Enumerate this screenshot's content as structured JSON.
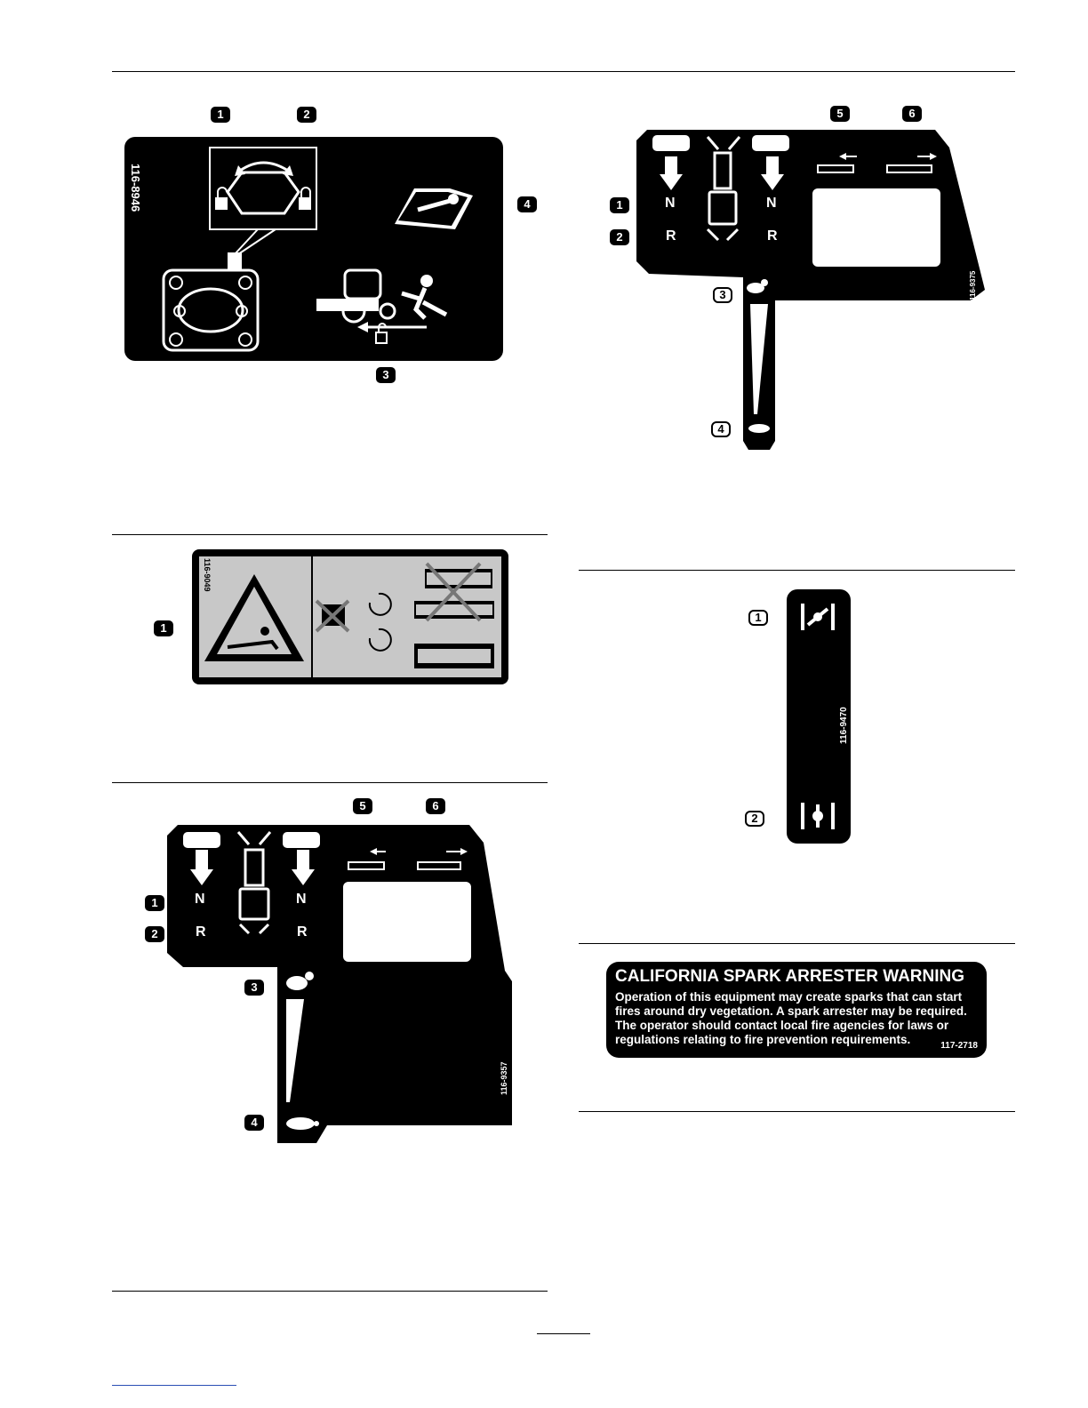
{
  "decal_1": {
    "part_number": "116-8946",
    "callouts": [
      "1",
      "2",
      "3",
      "4"
    ]
  },
  "decal_2": {
    "part_number": "116-9049",
    "callouts": [
      "1"
    ]
  },
  "decal_3": {
    "part_number": "116-9357",
    "callouts": [
      "1",
      "2",
      "3",
      "4",
      "5",
      "6"
    ],
    "neutral_label": "N",
    "reverse_label": "R"
  },
  "decal_4": {
    "part_number": "116-9375",
    "callouts": [
      "1",
      "2",
      "3",
      "4",
      "5",
      "6"
    ],
    "neutral_label": "N",
    "reverse_label": "R"
  },
  "decal_5": {
    "part_number": "116-9470",
    "callouts": [
      "1",
      "2"
    ]
  },
  "decal_6": {
    "title": "CALIFORNIA SPARK ARRESTER WARNING",
    "lines": [
      "Operation of this equipment may create sparks that can start",
      "fires around dry vegetation. A spark arrester may be required.",
      "The operator should contact local fire agencies for laws or",
      "regulations relating to fire prevention requirements."
    ],
    "part_number": "117-2718"
  }
}
